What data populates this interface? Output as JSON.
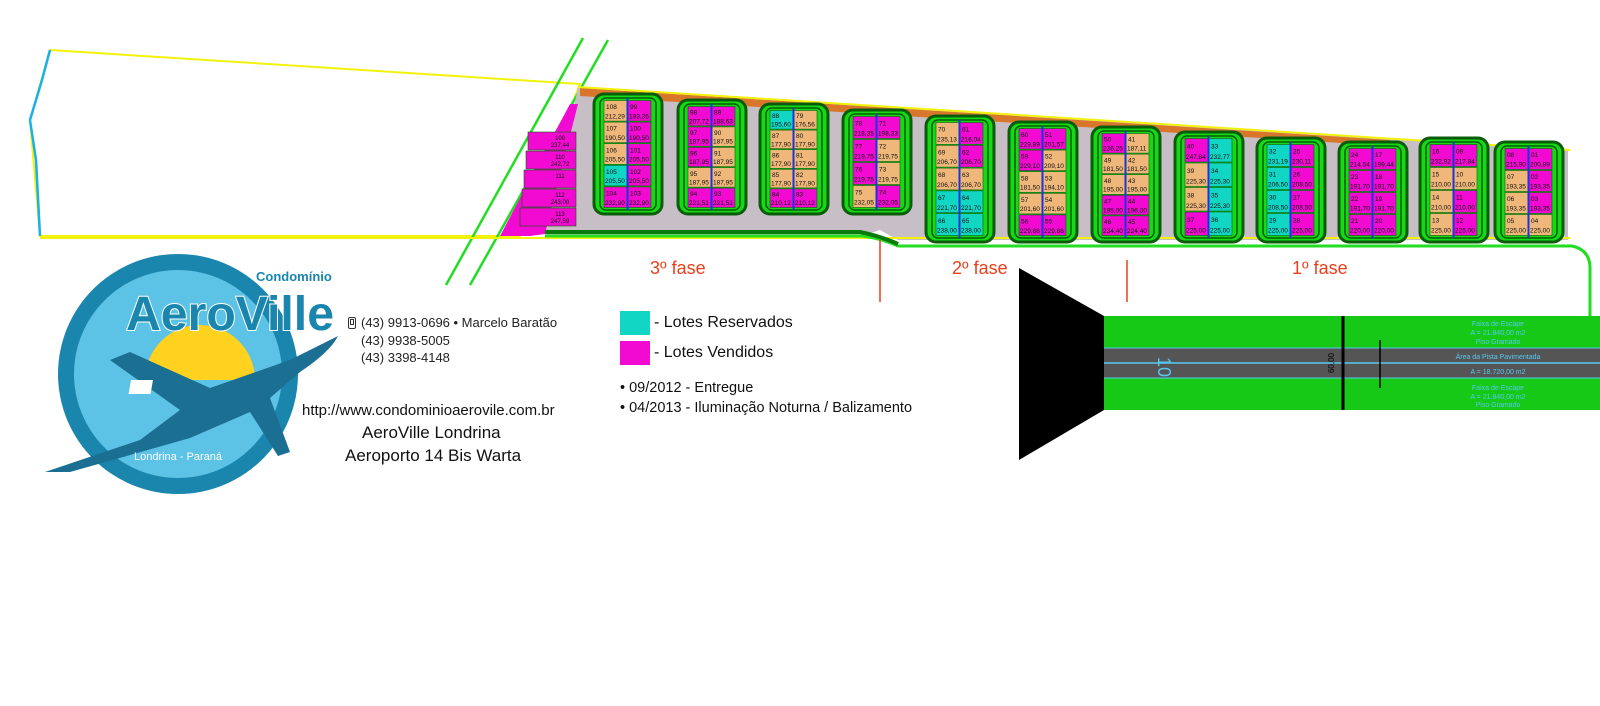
{
  "brand": {
    "condominio_label": "Condomínio",
    "name": "AeroVille",
    "city_label": "Londrina - Paraná"
  },
  "contact": {
    "phone1": "(43) 9913-0696 • Marcelo Baratão",
    "phone2": "(43) 9938-5005",
    "phone3": "(43) 3398-4148",
    "website": "http://www.condominioaerovile.com.br",
    "place_line1": "AeroVille Londrina",
    "place_line2": "Aeroporto 14 Bis Warta"
  },
  "legend": {
    "reserved_label": "- Lotes Reservados",
    "reserved_color": "#12d6c4",
    "sold_label": "- Lotes Vendidos",
    "sold_color": "#f20ad2"
  },
  "notes": [
    "• 09/2012 - Entregue",
    "• 04/2013 - Iluminação Noturna / Balizamento"
  ],
  "phases": {
    "third": "3º fase",
    "second": "2º fase",
    "first": "1º fase"
  },
  "colors": {
    "lot_available": "#f0b77a",
    "lot_reserved": "#12d6c4",
    "lot_sold": "#f20ad2",
    "road": "#14d914",
    "road_border": "#0a5c0a",
    "boundary": "#f2f20a",
    "runway": "#16c916",
    "runway_strip": "#555555"
  },
  "runway": {
    "designation": "10",
    "escape_strip_top": [
      "Faixa de Escape",
      "A = 21.840,00 m2",
      "Piso Gramado"
    ],
    "paved_strip": [
      "Área da Pista Pavimentada",
      "A = 18.720,00 m2"
    ],
    "escape_strip_bottom": [
      "Faixa de Escape",
      "A = 21.840,00 m2",
      "Piso Gramado"
    ],
    "width_label": "60,00"
  },
  "blocks": [
    {
      "name": "q1",
      "lots": [
        {
          "n": "113",
          "a": "247,59",
          "s": "sold"
        },
        {
          "n": "112",
          "a": "243,00",
          "s": "sold"
        },
        {
          "n": "111",
          "a": "",
          "s": "sold"
        },
        {
          "n": "110",
          "a": "242,72",
          "s": "sold"
        },
        {
          "n": "109",
          "a": "237,44",
          "s": "sold"
        }
      ]
    },
    {
      "name": "q2",
      "lots": [
        {
          "n": "108",
          "a": "212,29",
          "s": "available"
        },
        {
          "n": "99",
          "a": "193,35",
          "s": "sold"
        },
        {
          "n": "107",
          "a": "190,50",
          "s": "available"
        },
        {
          "n": "100",
          "a": "190,50",
          "s": "sold"
        },
        {
          "n": "106",
          "a": "205,50",
          "s": "available"
        },
        {
          "n": "101",
          "a": "205,50",
          "s": "sold"
        },
        {
          "n": "105",
          "a": "205,50",
          "s": "reserved"
        },
        {
          "n": "102",
          "a": "205,50",
          "s": "sold"
        },
        {
          "n": "104",
          "a": "232,90",
          "s": "sold"
        },
        {
          "n": "103",
          "a": "232,90",
          "s": "sold"
        }
      ]
    },
    {
      "name": "q3",
      "lots": [
        {
          "n": "98",
          "a": "207,72",
          "s": "sold"
        },
        {
          "n": "89",
          "a": "188,63",
          "s": "sold"
        },
        {
          "n": "97",
          "a": "187,95",
          "s": "sold"
        },
        {
          "n": "90",
          "a": "187,95",
          "s": "available"
        },
        {
          "n": "96",
          "a": "187,95",
          "s": "sold"
        },
        {
          "n": "91",
          "a": "187,95",
          "s": "available"
        },
        {
          "n": "95",
          "a": "187,95",
          "s": "available"
        },
        {
          "n": "92",
          "a": "187,95",
          "s": "available"
        },
        {
          "n": "94",
          "a": "221,51",
          "s": "sold"
        },
        {
          "n": "93",
          "a": "221,51",
          "s": "sold"
        }
      ]
    },
    {
      "name": "q4",
      "lots": [
        {
          "n": "88",
          "a": "195,60",
          "s": "reserved"
        },
        {
          "n": "79",
          "a": "176,56",
          "s": "available"
        },
        {
          "n": "87",
          "a": "177,90",
          "s": "available"
        },
        {
          "n": "80",
          "a": "177,90",
          "s": "available"
        },
        {
          "n": "86",
          "a": "177,90",
          "s": "available"
        },
        {
          "n": "81",
          "a": "177,90",
          "s": "available"
        },
        {
          "n": "85",
          "a": "177,90",
          "s": "available"
        },
        {
          "n": "82",
          "a": "177,90",
          "s": "available"
        },
        {
          "n": "84",
          "a": "210,12",
          "s": "sold"
        },
        {
          "n": "83",
          "a": "210,12",
          "s": "sold"
        }
      ]
    },
    {
      "name": "q5",
      "lots": [
        {
          "n": "78",
          "a": "218,35",
          "s": "sold"
        },
        {
          "n": "71",
          "a": "198,33",
          "s": "sold"
        },
        {
          "n": "77",
          "a": "219,75",
          "s": "sold"
        },
        {
          "n": "72",
          "a": "219,75",
          "s": "available"
        },
        {
          "n": "76",
          "a": "219,75",
          "s": "sold"
        },
        {
          "n": "73",
          "a": "219,75",
          "s": "available"
        },
        {
          "n": "75",
          "a": "232,05",
          "s": "available"
        },
        {
          "n": "74",
          "a": "232,05",
          "s": "sold"
        }
      ]
    },
    {
      "name": "q6",
      "lots": [
        {
          "n": "70",
          "a": "235,13",
          "s": "available"
        },
        {
          "n": "61",
          "a": "216,04",
          "s": "sold"
        },
        {
          "n": "69",
          "a": "206,70",
          "s": "available"
        },
        {
          "n": "62",
          "a": "206,70",
          "s": "sold"
        },
        {
          "n": "68",
          "a": "206,70",
          "s": "available"
        },
        {
          "n": "63",
          "a": "206,70",
          "s": "available"
        },
        {
          "n": "67",
          "a": "221,70",
          "s": "reserved"
        },
        {
          "n": "64",
          "a": "221,70",
          "s": "reserved"
        },
        {
          "n": "66",
          "a": "238,00",
          "s": "reserved"
        },
        {
          "n": "65",
          "a": "238,00",
          "s": "reserved"
        }
      ]
    },
    {
      "name": "q7",
      "lots": [
        {
          "n": "60",
          "a": "229,89",
          "s": "sold"
        },
        {
          "n": "51",
          "a": "201,57",
          "s": "sold"
        },
        {
          "n": "59",
          "a": "229,10",
          "s": "sold"
        },
        {
          "n": "52",
          "a": "209,10",
          "s": "available"
        },
        {
          "n": "58",
          "a": "181,50",
          "s": "available"
        },
        {
          "n": "53",
          "a": "194,10",
          "s": "available"
        },
        {
          "n": "57",
          "a": "201,60",
          "s": "available"
        },
        {
          "n": "54",
          "a": "201,60",
          "s": "available"
        },
        {
          "n": "56",
          "a": "229,66",
          "s": "sold"
        },
        {
          "n": "55",
          "a": "229,66",
          "s": "sold"
        }
      ]
    },
    {
      "name": "q8",
      "lots": [
        {
          "n": "50",
          "a": "236,25",
          "s": "sold"
        },
        {
          "n": "41",
          "a": "187,11",
          "s": "available"
        },
        {
          "n": "49",
          "a": "181,50",
          "s": "available"
        },
        {
          "n": "42",
          "a": "181,50",
          "s": "available"
        },
        {
          "n": "48",
          "a": "195,00",
          "s": "available"
        },
        {
          "n": "43",
          "a": "195,00",
          "s": "available"
        },
        {
          "n": "47",
          "a": "195,00",
          "s": "sold"
        },
        {
          "n": "44",
          "a": "196,00",
          "s": "sold"
        },
        {
          "n": "46",
          "a": "234,40",
          "s": "sold"
        },
        {
          "n": "45",
          "a": "224,40",
          "s": "sold"
        }
      ]
    },
    {
      "name": "q9",
      "lots": [
        {
          "n": "40",
          "a": "247,84",
          "s": "sold"
        },
        {
          "n": "33",
          "a": "232,77",
          "s": "reserved"
        },
        {
          "n": "39",
          "a": "225,30",
          "s": "available"
        },
        {
          "n": "34",
          "a": "225,30",
          "s": "reserved"
        },
        {
          "n": "38",
          "a": "225,30",
          "s": "available"
        },
        {
          "n": "35",
          "a": "225,30",
          "s": "reserved"
        },
        {
          "n": "37",
          "a": "225,00",
          "s": "sold"
        },
        {
          "n": "36",
          "a": "225,00",
          "s": "reserved"
        }
      ]
    },
    {
      "name": "q10",
      "lots": [
        {
          "n": "32",
          "a": "231,19",
          "s": "reserved"
        },
        {
          "n": "25",
          "a": "230,11",
          "s": "sold"
        },
        {
          "n": "31",
          "a": "206,50",
          "s": "reserved"
        },
        {
          "n": "26",
          "a": "208,50",
          "s": "sold"
        },
        {
          "n": "30",
          "a": "208,50",
          "s": "reserved"
        },
        {
          "n": "27",
          "a": "208,50",
          "s": "sold"
        },
        {
          "n": "29",
          "a": "225,00",
          "s": "reserved"
        },
        {
          "n": "28",
          "a": "225,00",
          "s": "sold"
        }
      ]
    },
    {
      "name": "q11",
      "lots": [
        {
          "n": "24",
          "a": "214,54",
          "s": "sold"
        },
        {
          "n": "17",
          "a": "199,44",
          "s": "sold"
        },
        {
          "n": "23",
          "a": "191,70",
          "s": "sold"
        },
        {
          "n": "18",
          "a": "191,70",
          "s": "sold"
        },
        {
          "n": "22",
          "a": "191,70",
          "s": "sold"
        },
        {
          "n": "19",
          "a": "191,70",
          "s": "sold"
        },
        {
          "n": "21",
          "a": "220,00",
          "s": "sold"
        },
        {
          "n": "20",
          "a": "220,00",
          "s": "sold"
        }
      ]
    },
    {
      "name": "q12",
      "lots": [
        {
          "n": "16",
          "a": "232,92",
          "s": "sold"
        },
        {
          "n": "09",
          "a": "217,84",
          "s": "sold"
        },
        {
          "n": "15",
          "a": "210,00",
          "s": "available"
        },
        {
          "n": "10",
          "a": "210,00",
          "s": "available"
        },
        {
          "n": "14",
          "a": "210,00",
          "s": "available"
        },
        {
          "n": "11",
          "a": "210,00",
          "s": "sold"
        },
        {
          "n": "13",
          "a": "225,00",
          "s": "available"
        },
        {
          "n": "12",
          "a": "225,00",
          "s": "sold"
        }
      ]
    },
    {
      "name": "q13",
      "lots": [
        {
          "n": "08",
          "a": "215,90",
          "s": "sold"
        },
        {
          "n": "01",
          "a": "200,89",
          "s": "sold"
        },
        {
          "n": "07",
          "a": "193,35",
          "s": "available"
        },
        {
          "n": "02",
          "a": "193,35",
          "s": "sold"
        },
        {
          "n": "06",
          "a": "193,35",
          "s": "available"
        },
        {
          "n": "03",
          "a": "193,35",
          "s": "sold"
        },
        {
          "n": "05",
          "a": "225,00",
          "s": "available"
        },
        {
          "n": "04",
          "a": "225,00",
          "s": "available"
        }
      ]
    }
  ]
}
